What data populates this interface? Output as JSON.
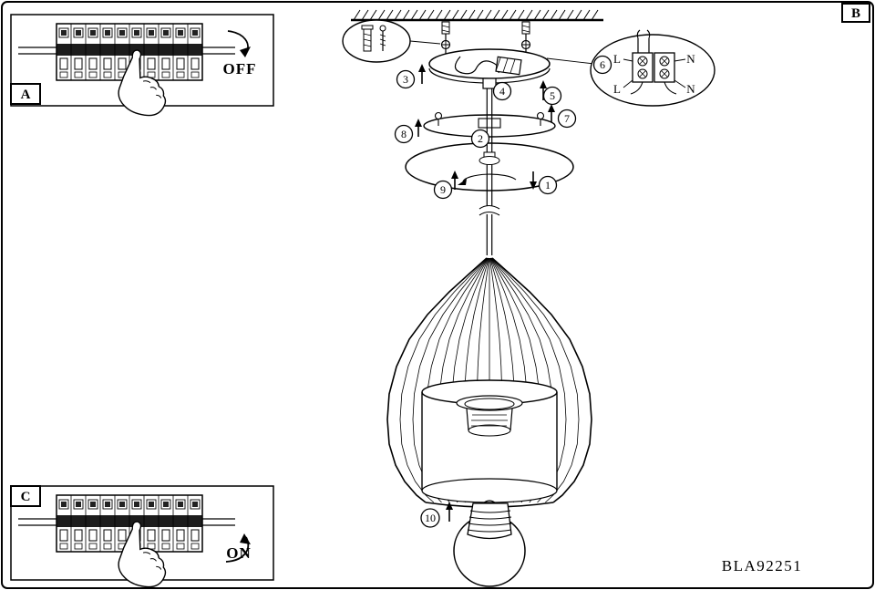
{
  "panel_labels": {
    "a": "A",
    "b": "B",
    "c": "C"
  },
  "switch_off_label": "OFF",
  "switch_on_label": "ON",
  "product_code": "BLA92251",
  "steps": [
    "1",
    "2",
    "3",
    "4",
    "5",
    "6",
    "7",
    "8",
    "9",
    "10"
  ],
  "terminals": {
    "top_left": "L",
    "top_right": "N",
    "bottom_left": "L",
    "bottom_right": "N"
  }
}
